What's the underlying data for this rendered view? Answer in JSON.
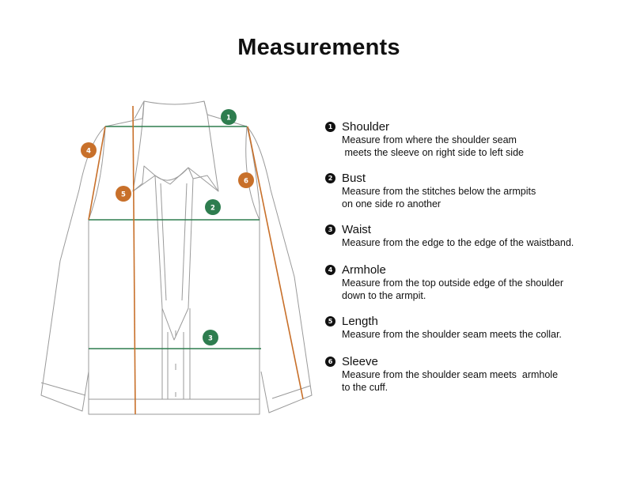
{
  "title": "Measurements",
  "colors": {
    "green": "#2e7d4f",
    "orange": "#c8702a",
    "line": "#9a9a9a"
  },
  "markers": [
    {
      "num": "1",
      "color": "green"
    },
    {
      "num": "2",
      "color": "green"
    },
    {
      "num": "3",
      "color": "green"
    },
    {
      "num": "4",
      "color": "orange"
    },
    {
      "num": "5",
      "color": "orange"
    },
    {
      "num": "6",
      "color": "orange"
    }
  ],
  "legend": [
    {
      "num": "1",
      "name": "Shoulder",
      "lines": [
        "Measure from where the shoulder seam",
        " meets the sleeve on right side to left side"
      ]
    },
    {
      "num": "2",
      "name": "Bust",
      "lines": [
        "Measure from the stitches below the armpits",
        "on one side ro another"
      ]
    },
    {
      "num": "3",
      "name": "Waist",
      "lines": [
        "Measure from the edge to the edge of the waistband."
      ]
    },
    {
      "num": "4",
      "name": "Armhole",
      "lines": [
        "Measure from the top outside edge of the shoulder",
        "down to the armpit."
      ]
    },
    {
      "num": "5",
      "name": "Length",
      "lines": [
        "Measure from the shoulder seam meets the collar."
      ]
    },
    {
      "num": "6",
      "name": "Sleeve",
      "lines": [
        "Measure from the shoulder seam meets  armhole",
        "to the cuff."
      ]
    }
  ]
}
